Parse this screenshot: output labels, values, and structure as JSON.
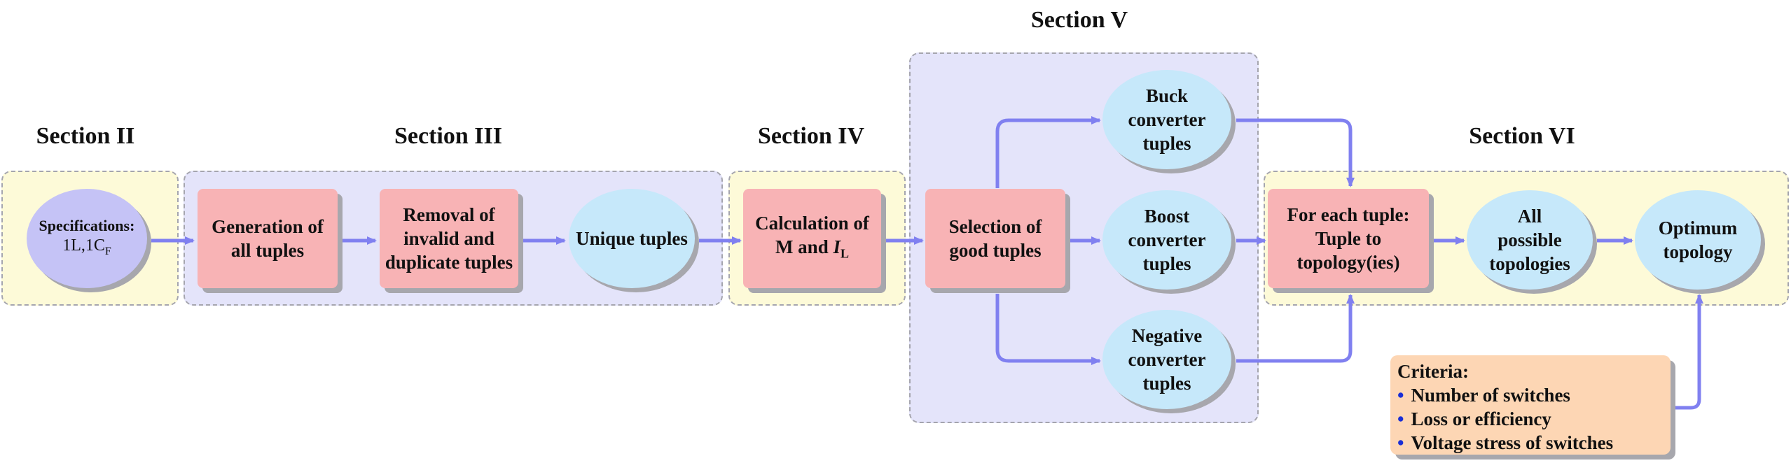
{
  "sections": {
    "s2": "Section II",
    "s3": "Section III",
    "s4": "Section IV",
    "s5": "Section V",
    "s6": "Section VI"
  },
  "nodes": {
    "specifications": "Specifications:",
    "spec_formula": "1L,1C",
    "spec_formula_sub": "F",
    "generation": "Generation of all tuples",
    "removal": "Removal of invalid and duplicate tuples",
    "unique": "Unique tuples",
    "calc_prefix": "Calculation of",
    "calc_m": "M and",
    "calc_i": "I",
    "calc_i_sub": "L",
    "selection": "Selection of good tuples",
    "buck": "Buck converter tuples",
    "boost": "Boost converter tuples",
    "negative": "Negative converter tuples",
    "for_each": "For each tuple: Tuple to topology(ies)",
    "all_topologies": "All possible topologies",
    "optimum": "Optimum topology"
  },
  "criteria": {
    "title": "Criteria:",
    "items": [
      "Number of switches",
      "Loss or efficiency",
      "Voltage stress of switches"
    ]
  },
  "colors": {
    "arrow": "#8080f0",
    "rect_fill": "#f8b3b5",
    "ellipse_fill": "#c6e8fa",
    "spec_fill": "#c5c3f6",
    "criteria_fill": "#fdd6b4",
    "section_yellow": "#fdfad8",
    "section_purple": "#e4e4fa",
    "bullet": "#1a2ed6"
  }
}
